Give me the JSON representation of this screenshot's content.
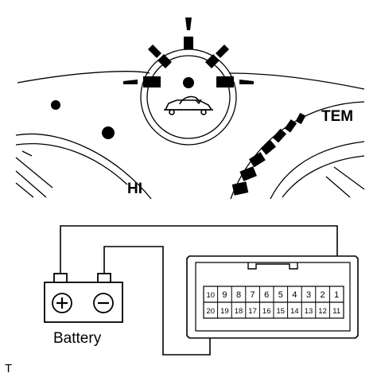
{
  "cluster": {
    "hi_label": "HI",
    "tem_label": "TEM"
  },
  "battery": {
    "label": "Battery",
    "plus_symbol": "+",
    "minus_symbol": "−"
  },
  "connector": {
    "top_row": [
      "10",
      "9",
      "8",
      "7",
      "6",
      "5",
      "4",
      "3",
      "2",
      "1"
    ],
    "bottom_row": [
      "20",
      "19",
      "18",
      "17",
      "16",
      "15",
      "14",
      "13",
      "12",
      "11"
    ]
  },
  "corner_mark": "T",
  "colors": {
    "line": "#000000",
    "background": "#ffffff"
  }
}
